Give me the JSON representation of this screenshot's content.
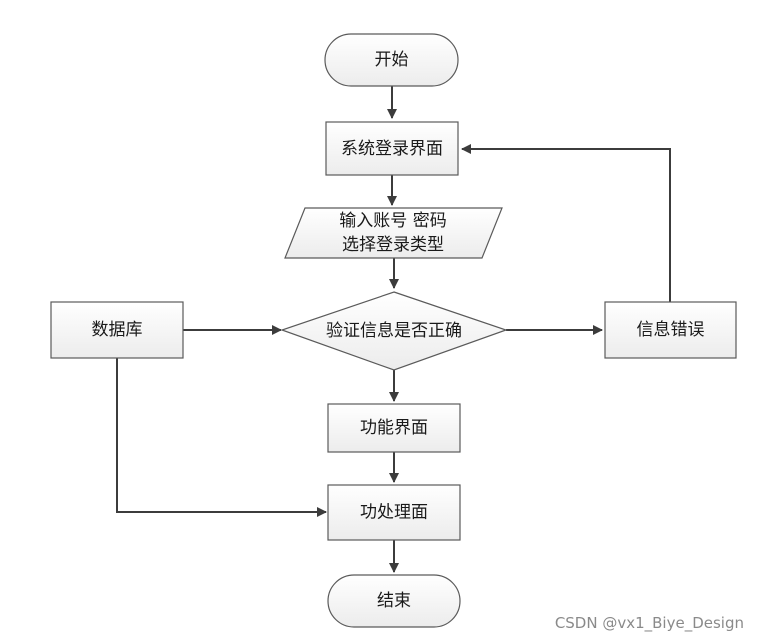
{
  "nodes": {
    "start": "开始",
    "login": "系统登录界面",
    "input_line1": "输入账号 密码",
    "input_line2": "选择登录类型",
    "verify": "验证信息是否正确",
    "database": "数据库",
    "error": "信息错误",
    "function_ui": "功能界面",
    "process": "功处理面",
    "end": "结束"
  },
  "watermark": "CSDN @vx1_Biye_Design",
  "colors": {
    "node_fill_top": "#ffffff",
    "node_fill_bottom": "#ececec",
    "node_stroke": "#5a5a5a",
    "edge": "#3c3c3c"
  }
}
